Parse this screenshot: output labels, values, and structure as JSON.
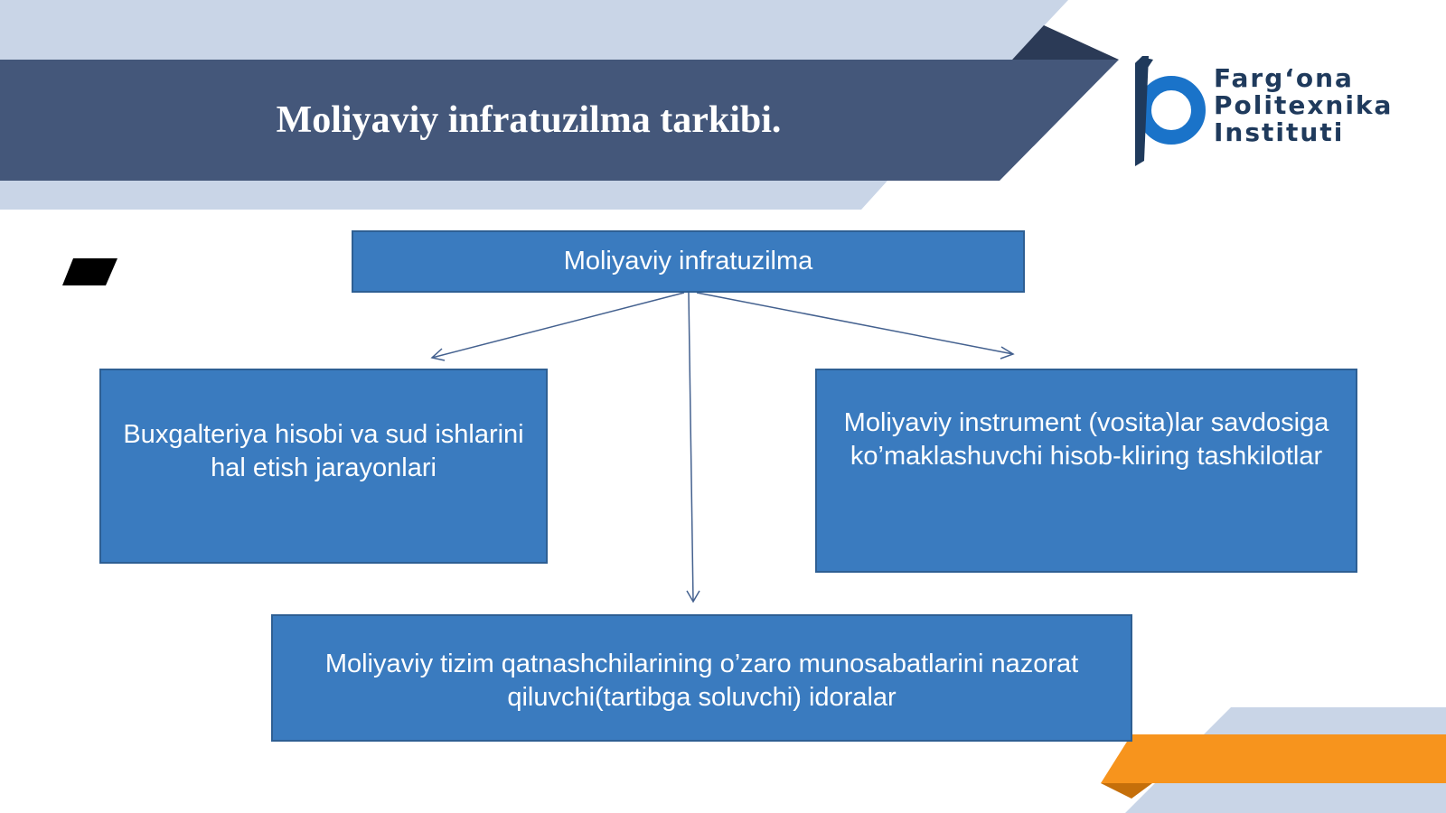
{
  "slide": {
    "title": "Moliyaviy infratuzilma tarkibi."
  },
  "logo": {
    "line1": "Farg‘ona",
    "line2": "Politexnika",
    "line3": "Instituti"
  },
  "diagram": {
    "root": "Moliyaviy infratuzilma",
    "left": "Buxgalteriya hisobi va sud ishlarini hal etish jarayonlari",
    "right": "Moliyaviy instrument (vosita)lar savdosiga ko’maklashuvchi hisob-kliring tashkilotlar",
    "bottom": "Moliyaviy tizim qatnashchilarining o’zaro munosabatlarini nazorat qiluvchi(tartibga soluvchi) idoralar"
  },
  "colors": {
    "header": "#44577a",
    "box": "#3a7bbf",
    "box_border": "#2e5f93",
    "light_band": "#c9d5e7",
    "accent_orange": "#f7941d",
    "logo": "#1f3a5c",
    "logo_ring": "#1a73c9"
  }
}
